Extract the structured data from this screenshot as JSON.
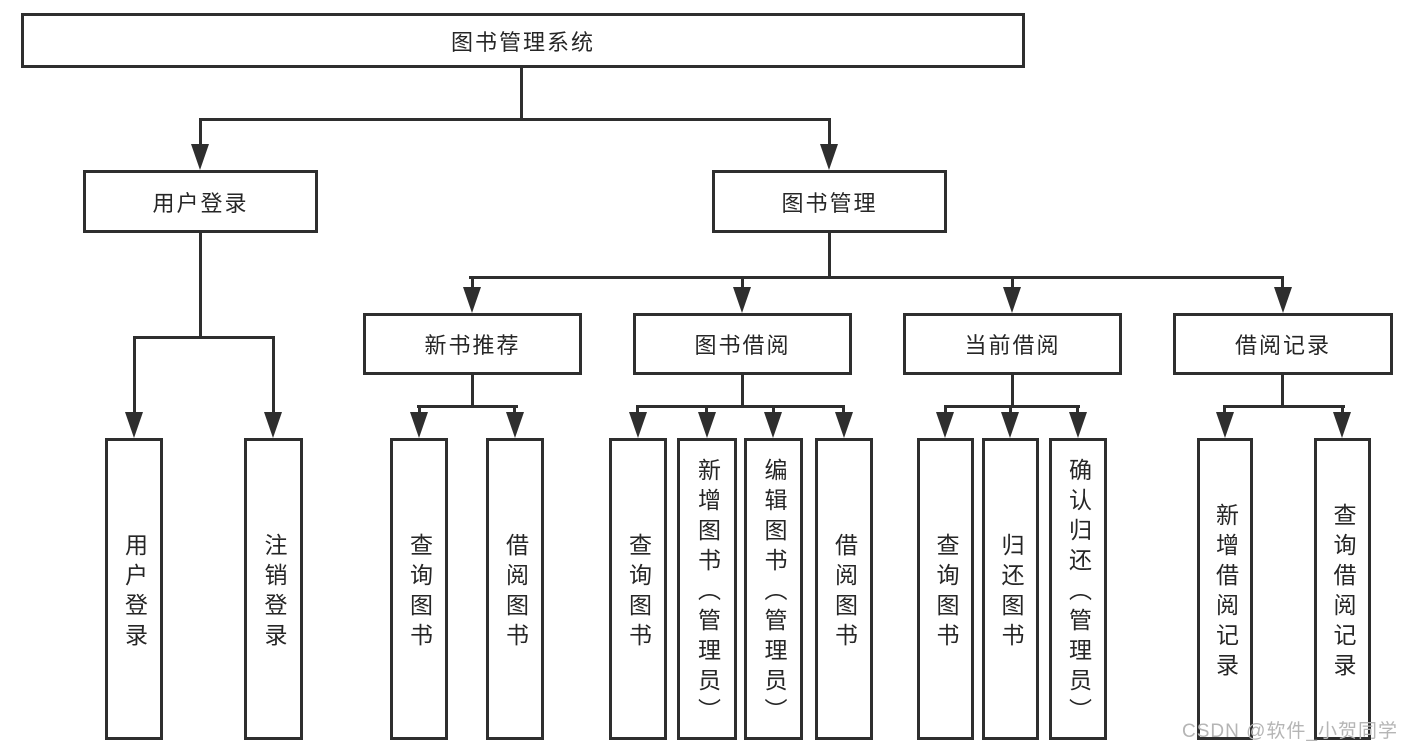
{
  "diagram": {
    "root": "图书管理系统",
    "level2": {
      "user_login": "用户登录",
      "book_management": "图书管理"
    },
    "level3": {
      "new_book_recommend": "新书推荐",
      "book_borrow": "图书借阅",
      "current_borrow": "当前借阅",
      "borrow_records": "借阅记录"
    },
    "leaves": {
      "user_login": "用户登录",
      "logout": "注销登录",
      "recommend_query_books": "查询图书",
      "recommend_borrow_books": "借阅图书",
      "borrow_query_books": "查询图书",
      "borrow_add_books": "新增图书（管理员）",
      "borrow_edit_books": "编辑图书（管理员）",
      "borrow_borrow_books": "借阅图书",
      "current_query_books": "查询图书",
      "current_return_books": "归还图书",
      "current_confirm_return": "确认归还（管理员）",
      "records_add": "新增借阅记录",
      "records_query": "查询借阅记录"
    },
    "watermark": "CSDN @软件_小贺同学"
  },
  "colors": {
    "line": "#2e2e2e",
    "text": "#262626",
    "watermark": "#b5b5b5",
    "background": "#ffffff"
  }
}
